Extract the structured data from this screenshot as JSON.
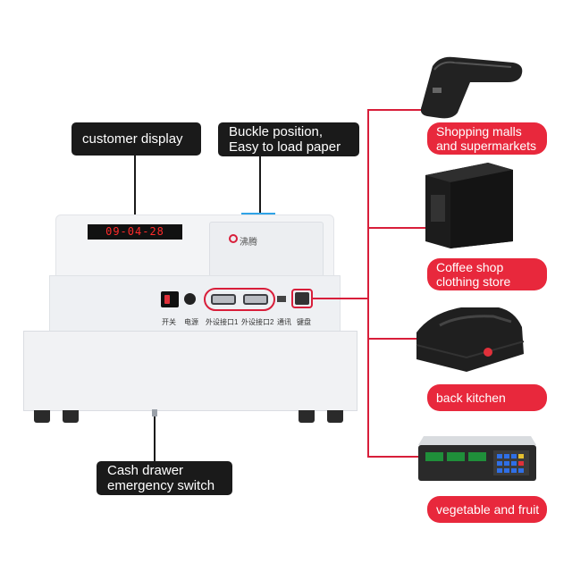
{
  "callouts": {
    "customer_display": "customer display",
    "buckle_line1": "Buckle position,",
    "buckle_line2": "Easy to load paper",
    "drawer_line1": "Cash drawer",
    "drawer_line2": "emergency switch"
  },
  "devices": [
    {
      "icon": "barcode-scanner-icon",
      "line1": "Shopping malls",
      "line2": "and supermarkets"
    },
    {
      "icon": "label-printer-icon",
      "line1": "Coffee shop",
      "line2": "clothing store"
    },
    {
      "icon": "receipt-printer-icon",
      "line1": "back kitchen",
      "line2": ""
    },
    {
      "icon": "weighing-scale-icon",
      "line1": "vegetable and fruit",
      "line2": ""
    }
  ],
  "register": {
    "display_text": "09-04-28",
    "brand": "沸腾",
    "port_labels": [
      "开关",
      "电源",
      "外设接口1",
      "外设接口2",
      "通讯",
      "键盘"
    ]
  },
  "colors": {
    "accent": "#e8283c",
    "callout_bg": "#1a1a1a"
  }
}
